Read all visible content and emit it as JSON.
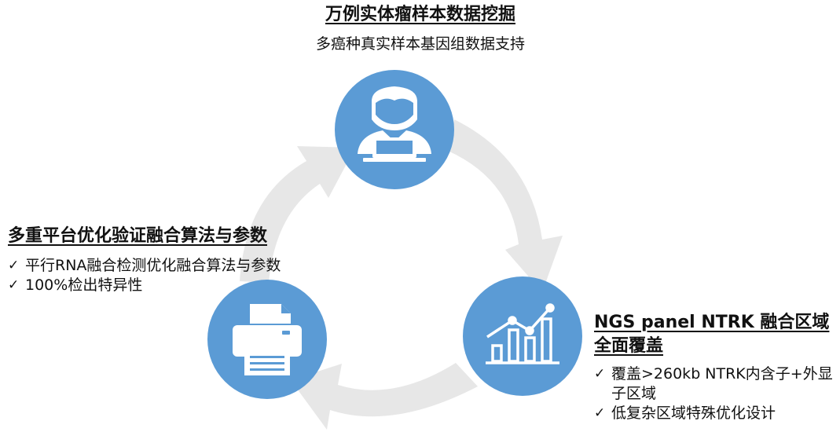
{
  "colors": {
    "circle_fill": "#5b9bd5",
    "arrow_fill": "#e7e7e7",
    "icon_white": "#ffffff"
  },
  "nodes": [
    {
      "icon": "user-laptop-icon",
      "title": "万例实体瘤样本数据挖掘",
      "subtitle": "多癌种真实样本基因组数据支持"
    },
    {
      "icon": "bar-line-chart-icon",
      "title_line1": "NGS panel NTRK 融合区域",
      "title_line2": "全面覆盖",
      "items": [
        "覆盖>260kb NTRK内含子+外显子区域",
        "低复杂区域特殊优化设计"
      ]
    },
    {
      "icon": "printer-icon",
      "title": "多重平台优化验证融合算法与参数",
      "items": [
        "平行RNA融合检测优化融合算法与参数",
        "100%检出特异性"
      ]
    }
  ],
  "check_mark": "✓"
}
